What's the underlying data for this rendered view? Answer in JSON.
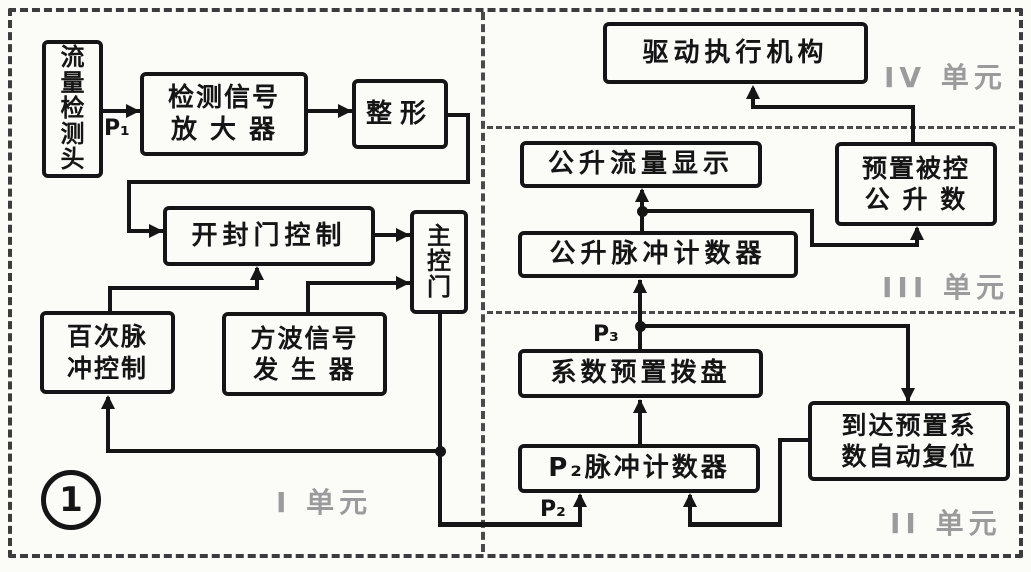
{
  "figure": {
    "number": "1"
  },
  "colors": {
    "ink": "#151515",
    "paper": "#fbfbf8",
    "unit_label_grey": "#9b9b9b"
  },
  "blocks": [
    {
      "id": "flow-sensor",
      "label": "流\n量\n检\n测\n头"
    },
    {
      "id": "signal-amplifier",
      "label": "检测信号\n放 大 器"
    },
    {
      "id": "shaper",
      "label": "整形"
    },
    {
      "id": "gate-open-close-control",
      "label": "开封门控制"
    },
    {
      "id": "main-gate",
      "label": "主\n控\n门"
    },
    {
      "id": "hundred-pulse-control",
      "label": "百次脉\n冲控制"
    },
    {
      "id": "square-wave-generator",
      "label": "方波信号\n发 生 器"
    },
    {
      "id": "drive-actuator",
      "label": "驱动执行机构"
    },
    {
      "id": "liter-flow-display",
      "label": "公升流量显示"
    },
    {
      "id": "preset-controlled-liters",
      "label": "预置被控\n公 升 数"
    },
    {
      "id": "liter-pulse-counter",
      "label": "公升脉冲计数器"
    },
    {
      "id": "coefficient-preset-dial",
      "label": "系数预置拨盘"
    },
    {
      "id": "p2-pulse-counter",
      "label": "P₂脉冲计数器"
    },
    {
      "id": "auto-reset-at-preset-coefficient",
      "label": "到达预置系\n数自动复位"
    }
  ],
  "units": [
    {
      "id": "unit-1",
      "label": "I 单元"
    },
    {
      "id": "unit-2",
      "label": "II 单元"
    },
    {
      "id": "unit-3",
      "label": "III 单元"
    },
    {
      "id": "unit-4",
      "label": "IV 单元"
    }
  ],
  "signals": {
    "p1": "P₁",
    "p2": "P₂",
    "p3": "P₃"
  },
  "edges": [
    {
      "from": "flow-sensor",
      "to": "signal-amplifier",
      "label": "P₁"
    },
    {
      "from": "signal-amplifier",
      "to": "shaper"
    },
    {
      "from": "shaper",
      "to": "gate-open-close-control"
    },
    {
      "from": "gate-open-close-control",
      "to": "main-gate"
    },
    {
      "from": "hundred-pulse-control",
      "to": "gate-open-close-control"
    },
    {
      "from": "square-wave-generator",
      "to": "main-gate"
    },
    {
      "from": "main-gate",
      "to": "hundred-pulse-control"
    },
    {
      "from": "main-gate",
      "to": "p2-pulse-counter",
      "label": "P₂"
    },
    {
      "from": "p2-pulse-counter",
      "to": "coefficient-preset-dial"
    },
    {
      "from": "coefficient-preset-dial",
      "to": "liter-pulse-counter",
      "label": "P₃"
    },
    {
      "from": "coefficient-preset-dial",
      "to": "auto-reset-at-preset-coefficient"
    },
    {
      "from": "auto-reset-at-preset-coefficient",
      "to": "p2-pulse-counter"
    },
    {
      "from": "liter-pulse-counter",
      "to": "liter-flow-display"
    },
    {
      "from": "liter-pulse-counter",
      "to": "preset-controlled-liters"
    },
    {
      "from": "preset-controlled-liters",
      "to": "drive-actuator"
    }
  ]
}
